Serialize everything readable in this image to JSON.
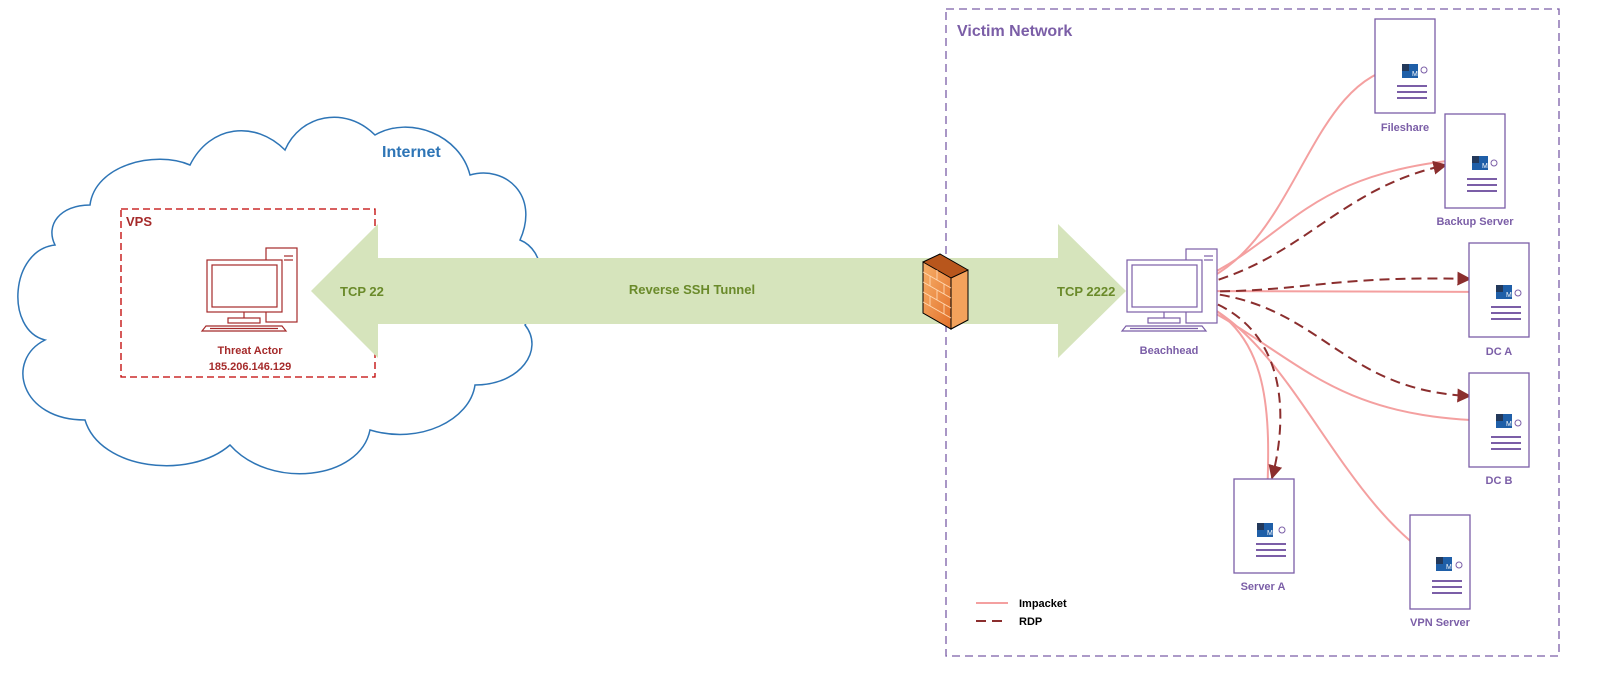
{
  "colors": {
    "internet": "#2E75B6",
    "vps": "#C00000",
    "vps_text": "#A52A2A",
    "victim": "#7B5EA7",
    "tunnel_fill": "#D6E4BC",
    "tunnel_text": "#6A8A2A",
    "impacket": "#F4A0A0",
    "rdp": "#8B2E2E",
    "firewall": "#F08C3C"
  },
  "internet": {
    "title": "Internet"
  },
  "vps": {
    "title": "VPS",
    "actor_label": "Threat Actor",
    "actor_ip": "185.206.146.129",
    "icon": "computer-icon"
  },
  "tunnel": {
    "left_port": "TCP 22",
    "label": "Reverse SSH Tunnel",
    "right_port": "TCP 2222",
    "icon": "firewall-icon"
  },
  "victim": {
    "title": "Victim Network",
    "beachhead": "Beachhead",
    "servers": [
      {
        "id": "fileshare",
        "label": "Fileshare"
      },
      {
        "id": "backup",
        "label": "Backup Server"
      },
      {
        "id": "dca",
        "label": "DC A"
      },
      {
        "id": "dcb",
        "label": "DC B"
      },
      {
        "id": "servera",
        "label": "Server A"
      },
      {
        "id": "vpn",
        "label": "VPN Server"
      }
    ]
  },
  "legend": {
    "impacket": "Impacket",
    "rdp": "RDP"
  }
}
